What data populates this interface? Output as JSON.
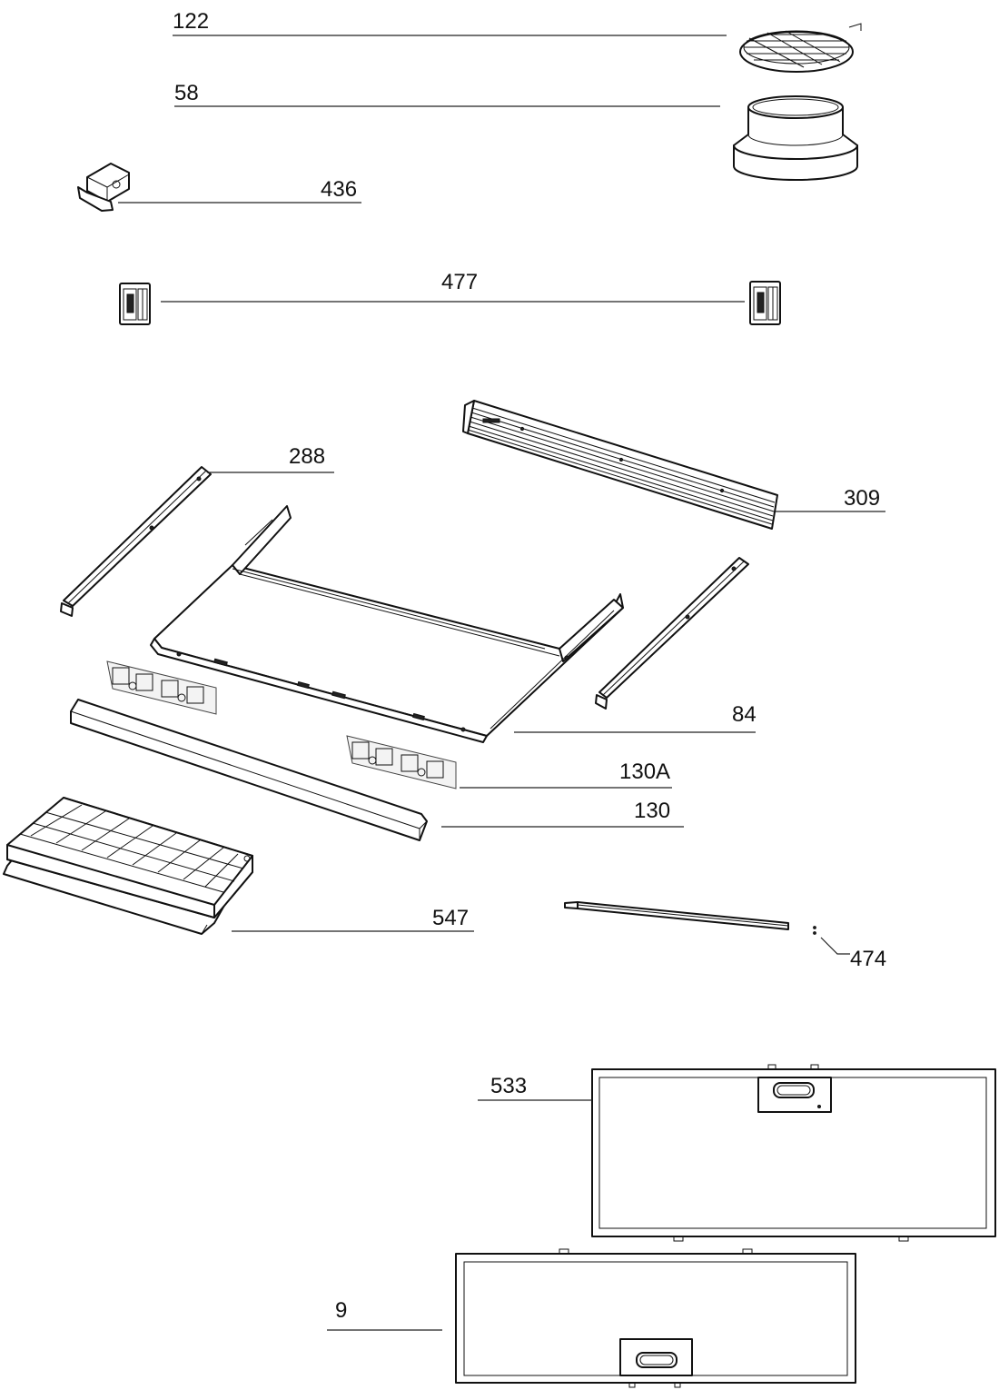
{
  "labels": {
    "p122": "122",
    "p58": "58",
    "p436": "436",
    "p477": "477",
    "p288": "288",
    "p309": "309",
    "p84": "84",
    "p130a": "130A",
    "p130": "130",
    "p547": "547",
    "p474": "474",
    "p533": "533",
    "p9": "9"
  },
  "colors": {
    "line": "#111111",
    "background": "#ffffff",
    "fill_light": "#f3f3f3"
  }
}
